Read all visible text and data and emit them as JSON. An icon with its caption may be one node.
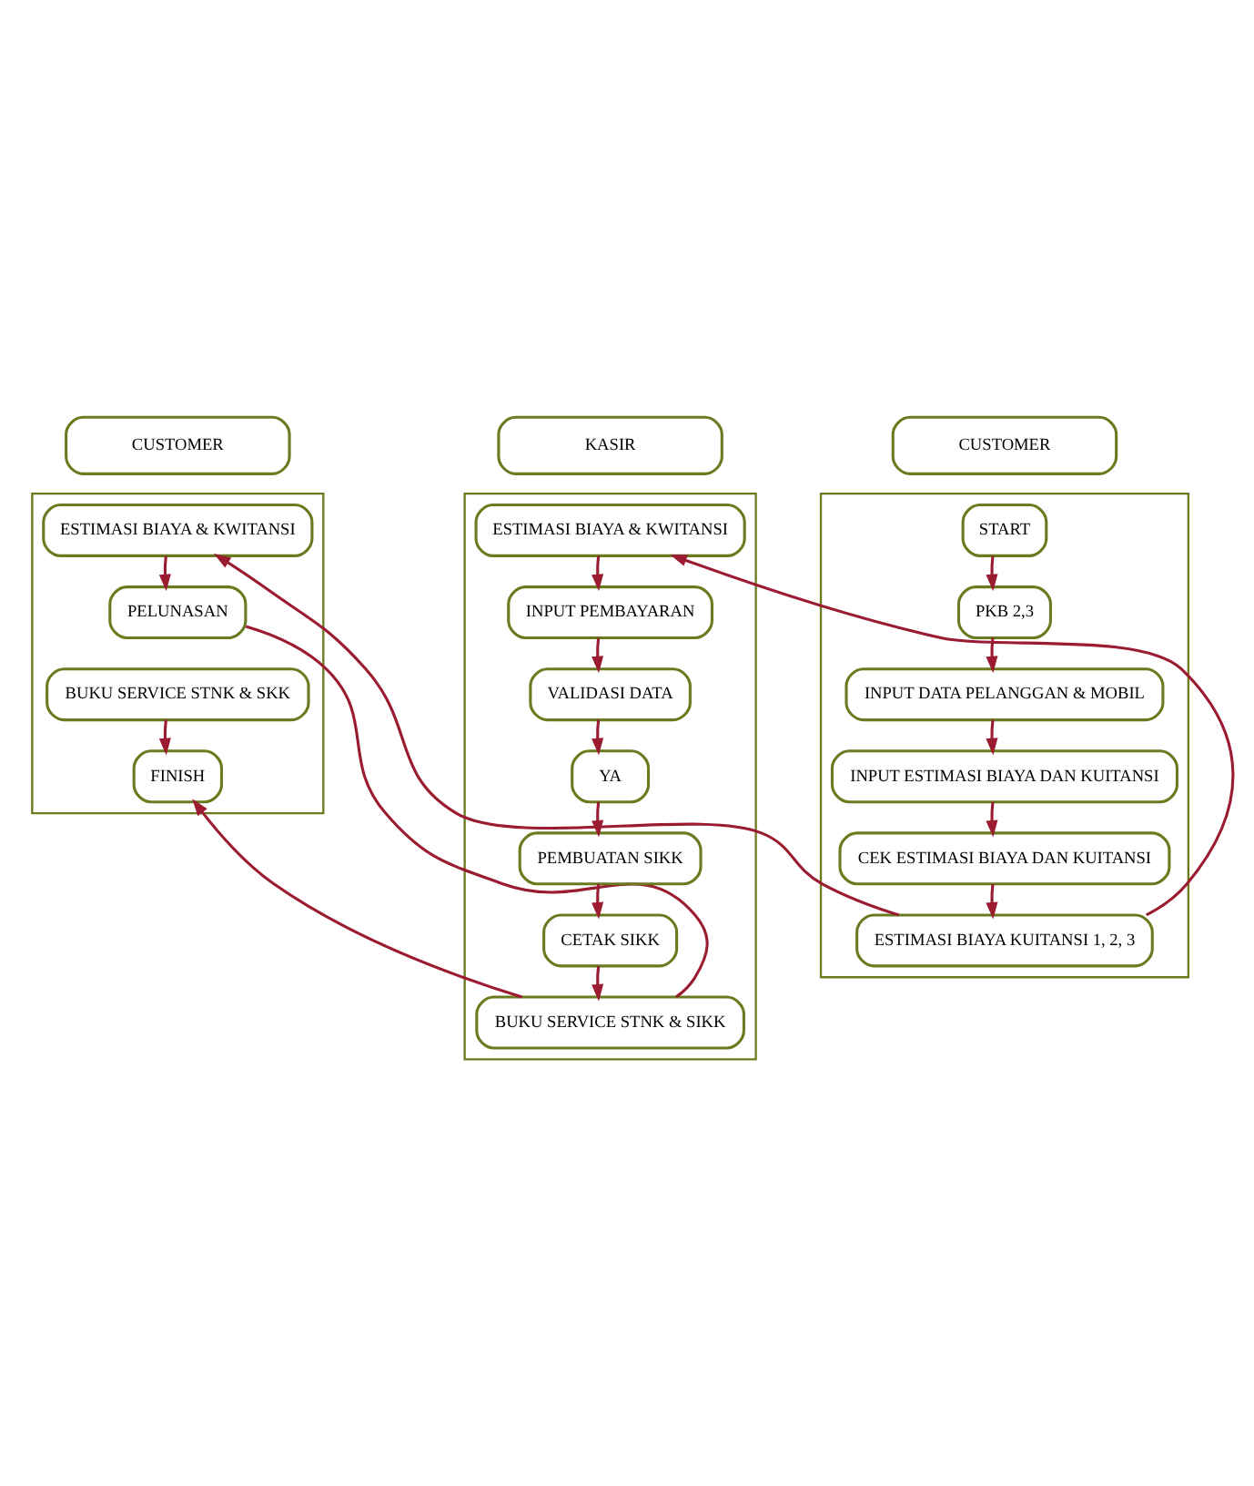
{
  "diagram": {
    "nodes": [
      {
        "text": [
          "CUSTOMER"
        ]
      },
      {
        "text": [
          "CUSTOMER"
        ]
      },
      {
        "text": [
          "KASIR"
        ]
      },
      {
        "text": [],
        "shape": "box"
      },
      {
        "text": [],
        "shape": "box"
      },
      {
        "text": [],
        "shape": "box"
      },
      {
        "text": [
          "ESTIMASI BIAYA & KWITANSI"
        ],
        "in": 3
      },
      {
        "text": [
          "PELUNASAN"
        ],
        "in": 3
      },
      {
        "text": [
          "BUKU SERVICE STNK & SKK"
        ],
        "in": 3
      },
      {
        "text": [
          "FINISH"
        ],
        "in": 3
      },
      {
        "text": [
          "START"
        ],
        "in": 4
      },
      {
        "text": [
          "PKB 2,3"
        ],
        "in": 4
      },
      {
        "text": [
          "INPUT DATA PELANGGAN & MOBIL"
        ],
        "in": 4
      },
      {
        "text": [
          "INPUT ESTIMASI BIAYA DAN KUITANSI"
        ],
        "in": 4
      },
      {
        "text": [
          "CEK ESTIMASI BIAYA DAN KUITANSI"
        ],
        "in": 4
      },
      {
        "text": [
          "ESTIMASI BIAYA KUITANSI 1, 2, 3"
        ],
        "in": 4
      },
      {
        "text": [
          "ESTIMASI BIAYA & KWITANSI"
        ],
        "in": 5
      },
      {
        "text": [
          "INPUT PEMBAYARAN"
        ],
        "in": 5
      },
      {
        "text": [
          "VALIDASI DATA"
        ],
        "in": 5
      },
      {
        "text": [
          "YA"
        ],
        "in": 5
      },
      {
        "text": [
          "PEMBUATAN SIKK"
        ],
        "in": 5
      },
      {
        "text": [
          "CETAK SIKK"
        ],
        "in": 5
      },
      {
        "text": [
          "BUKU SERVICE STNK & SIKK"
        ],
        "in": 5
      }
    ],
    "edges": [
      {
        "from": 6,
        "to": 7,
        "arrow": "to"
      },
      {
        "from": 8,
        "to": 9,
        "arrow": "to"
      },
      {
        "from": 10,
        "to": 11,
        "arrow": "to"
      },
      {
        "from": 11,
        "to": 12,
        "arrow": "to"
      },
      {
        "from": 12,
        "to": 13,
        "arrow": "to"
      },
      {
        "from": 13,
        "to": 14,
        "arrow": "to"
      },
      {
        "from": 14,
        "to": 15,
        "arrow": "to"
      },
      {
        "from": 15,
        "to": 6,
        "arrow": "to"
      },
      {
        "from": 15,
        "to": 16,
        "arrow": "to"
      },
      {
        "from": 16,
        "to": 17,
        "arrow": "to"
      },
      {
        "from": 17,
        "to": 18,
        "arrow": "to"
      },
      {
        "from": 18,
        "to": 19,
        "arrow": "to"
      },
      {
        "from": 19,
        "to": 20,
        "arrow": "to"
      },
      {
        "from": 20,
        "to": 21,
        "arrow": "to"
      },
      {
        "from": 21,
        "to": 22,
        "arrow": "to"
      },
      {
        "from": 7,
        "to": 22,
        "arrow": "none"
      },
      {
        "from": 22,
        "to": 9,
        "arrow": "to"
      }
    ]
  }
}
